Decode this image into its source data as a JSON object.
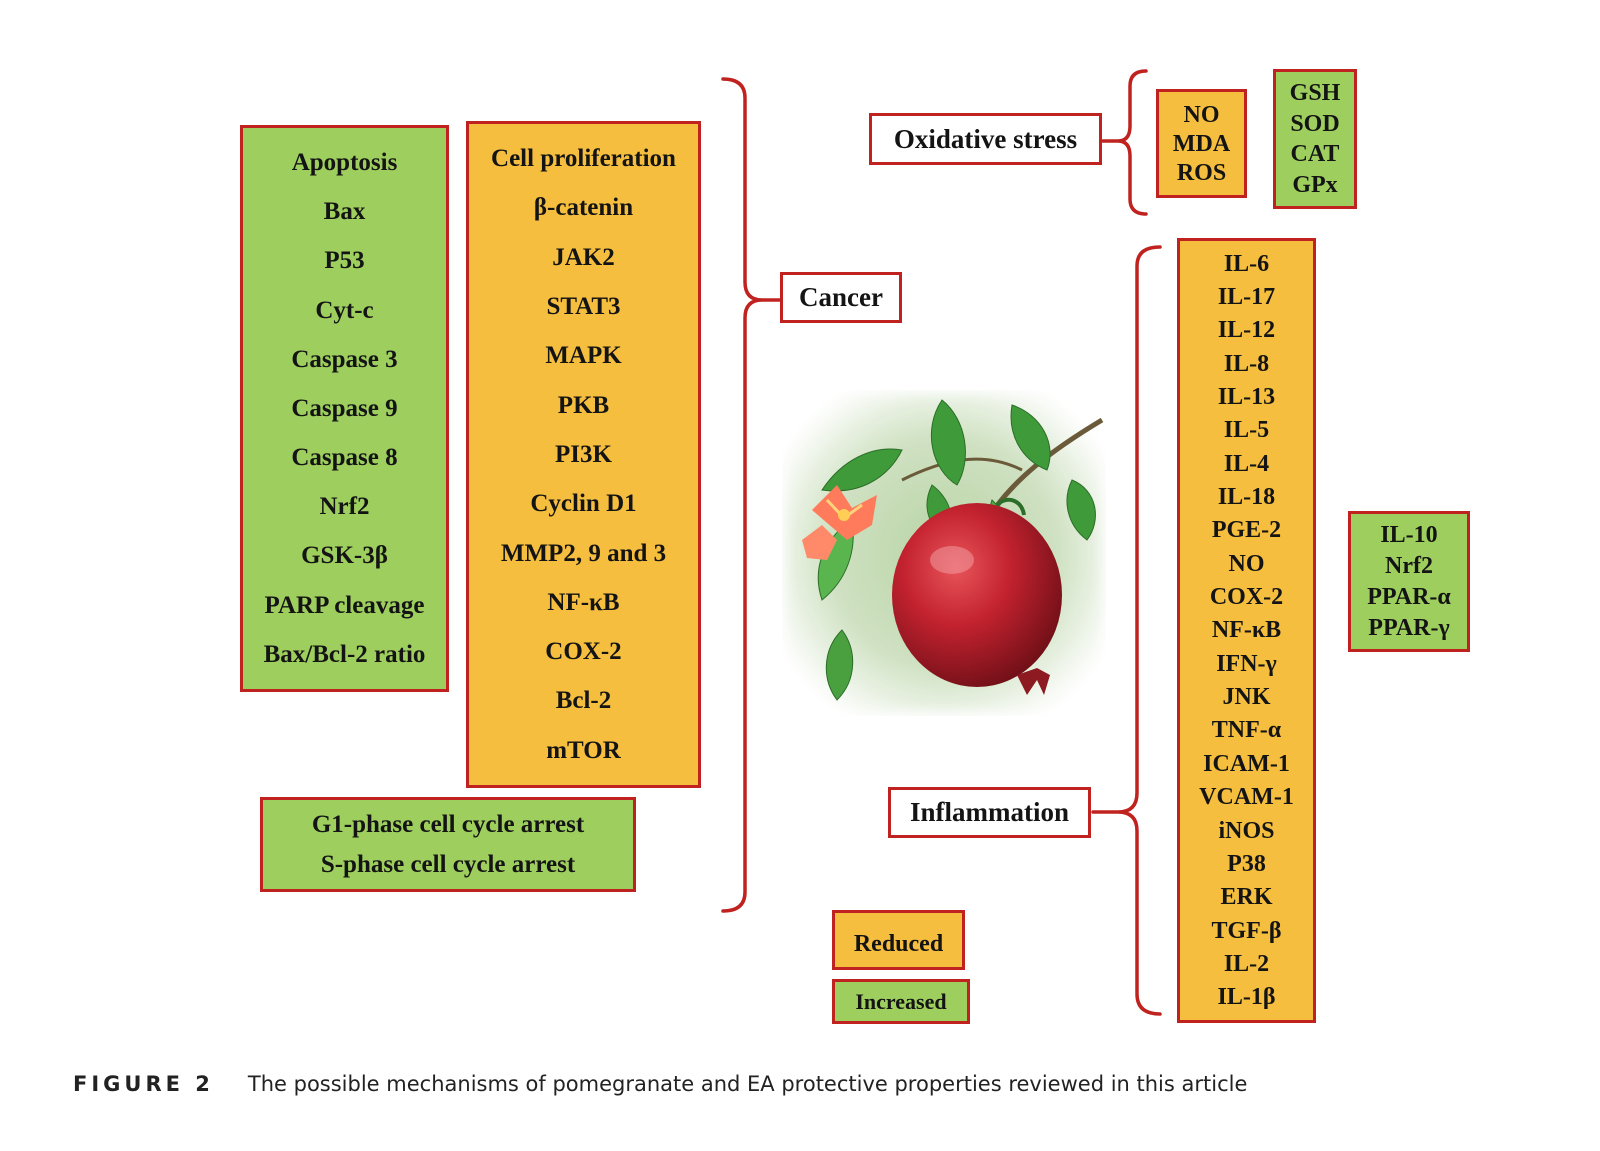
{
  "apoptosis_box": [
    "Apoptosis",
    "Bax",
    "P53",
    "Cyt-c",
    "Caspase 3",
    "Caspase 9",
    "Caspase 8",
    "Nrf2",
    "GSK-3β",
    "PARP cleavage",
    "Bax/Bcl-2 ratio"
  ],
  "proliferation_box": [
    "Cell proliferation",
    "β-catenin",
    "JAK2",
    "STAT3",
    "MAPK",
    "PKB",
    "PI3K",
    "Cyclin D1",
    "MMP2, 9 and 3",
    "NF-κB",
    "COX-2",
    "Bcl-2",
    "mTOR"
  ],
  "cell_cycle_box": [
    "G1-phase cell cycle arrest",
    "S-phase cell cycle arrest"
  ],
  "cancer_label": "Cancer",
  "oxidative_label": "Oxidative stress",
  "oxidative_reduced": [
    "NO",
    "MDA",
    "ROS"
  ],
  "oxidative_increased": [
    "GSH",
    "SOD",
    "CAT",
    "GPx"
  ],
  "inflammation_label": "Inflammation",
  "inflammation_reduced": [
    "IL-6",
    "IL-17",
    "IL-12",
    "IL-8",
    "IL-13",
    "IL-5",
    "IL-4",
    "IL-18",
    "PGE-2",
    "NO",
    "COX-2",
    "NF-κB",
    "IFN-γ",
    "JNK",
    "TNF-α",
    "ICAM-1",
    "VCAM-1",
    "iNOS",
    "P38",
    "ERK",
    "TGF-β",
    "IL-2",
    "IL-1β"
  ],
  "inflammation_increased": [
    "IL-10",
    "Nrf2",
    "PPAR-α",
    "PPAR-γ"
  ],
  "legend": {
    "reduced": "Reduced",
    "increased": "Increased"
  },
  "colors": {
    "reduced": "#f5be3e",
    "increased": "#9ecf5e",
    "border": "#c0231f"
  },
  "caption": {
    "label": "FIGURE 2",
    "text": "The possible mechanisms of pomegranate and EA protective properties reviewed in this article"
  }
}
